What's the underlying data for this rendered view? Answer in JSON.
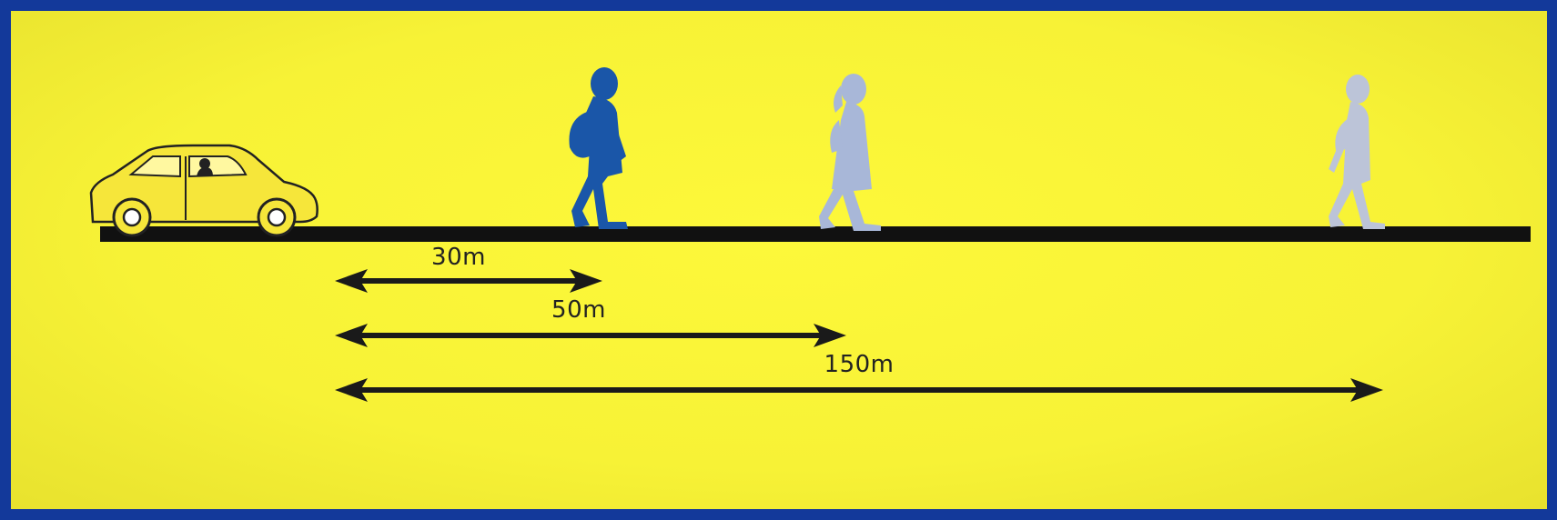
{
  "distances": [
    {
      "label": "30m",
      "value": 30
    },
    {
      "label": "50m",
      "value": 50
    },
    {
      "label": "150m",
      "value": 150
    }
  ],
  "colors": {
    "frame": "#13399a",
    "background": "#fdf83a",
    "road": "#111111",
    "arrow": "#1a1a1a",
    "car_body": "#f6e63a",
    "pedestrian_near": "#1a56a8",
    "pedestrian_mid": "#a8b7d8",
    "pedestrian_far": "#bcc4d8"
  }
}
